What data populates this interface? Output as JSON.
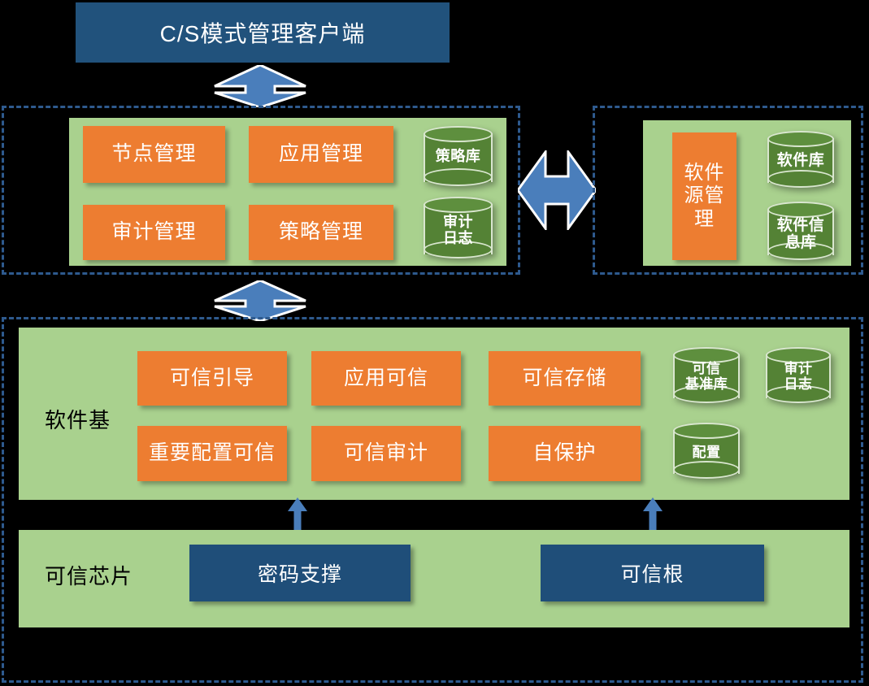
{
  "title_banner": {
    "label": "C/S模式管理客户端"
  },
  "management_zone": {
    "boxes": [
      {
        "label": "节点管理"
      },
      {
        "label": "应用管理"
      },
      {
        "label": "审计管理"
      },
      {
        "label": "策略管理"
      }
    ],
    "cylinders": [
      {
        "label": "策略库"
      },
      {
        "label": "审计\n日志",
        "line1": "审计",
        "line2": "日志"
      }
    ]
  },
  "software_source_zone": {
    "boxes": [
      {
        "label": "软件\n源管\n理",
        "line1": "软件",
        "line2": "源管",
        "line3": "理"
      }
    ],
    "cylinders": [
      {
        "label": "软件库"
      },
      {
        "label": "软件信\n息库",
        "line1": "软件信",
        "line2": "息库"
      }
    ]
  },
  "software_base": {
    "section_label": "软件基",
    "boxes": [
      {
        "label": "可信引导"
      },
      {
        "label": "应用可信"
      },
      {
        "label": "可信存储"
      },
      {
        "label": "重要配置可信"
      },
      {
        "label": "可信审计"
      },
      {
        "label": "自保护"
      }
    ],
    "cylinders": [
      {
        "label": "可信\n基准库",
        "line1": "可信",
        "line2": "基准库"
      },
      {
        "label": "审计\n日志",
        "line1": "审计",
        "line2": "日志"
      },
      {
        "label": "配置",
        "line1": "配置"
      }
    ]
  },
  "trusted_chip": {
    "section_label": "可信芯片",
    "boxes": [
      {
        "label": "密码支撑"
      },
      {
        "label": "可信根"
      }
    ]
  },
  "connectors": [
    {
      "name": "client-to-management",
      "kind": "block-arrow-vertical"
    },
    {
      "name": "management-to-software-base",
      "kind": "block-arrow-vertical"
    },
    {
      "name": "management-to-software-source",
      "kind": "block-arrow-horizontal"
    },
    {
      "name": "crypto-support-to-software-base",
      "kind": "line-arrow-vertical"
    },
    {
      "name": "trust-root-to-software-base",
      "kind": "line-arrow-vertical"
    }
  ],
  "colors": {
    "background": "#000000",
    "orange": "#ED7D31",
    "dark_blue": "#1F4E79",
    "light_green": "#A9D18E",
    "cylinder_green": "#548235",
    "dashed_border": "#2E5A8E",
    "arrow_blue": "#4A7EBB",
    "text_light": "#FFFFFF",
    "text_dark": "#000000"
  }
}
